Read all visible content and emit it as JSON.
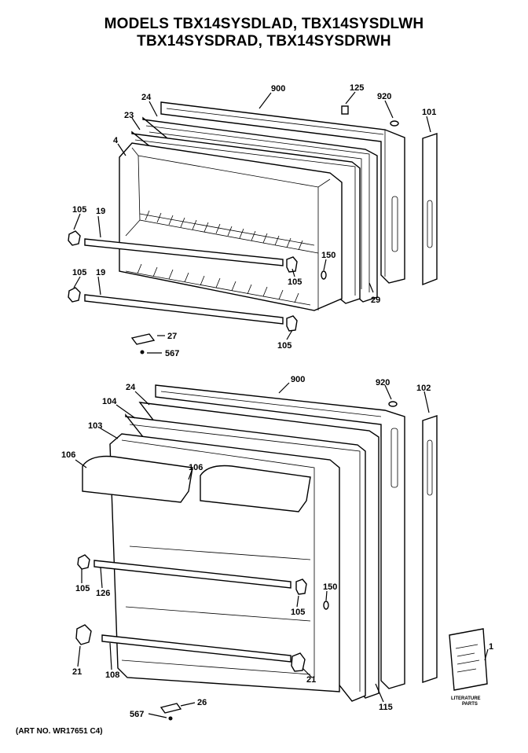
{
  "title": {
    "line1": "MODELS TBX14SYSDLAD, TBX14SYSDLWH",
    "line2": "TBX14SYSDRAD, TBX14SYSDRWH"
  },
  "art_no": "(ART NO. WR17651 C4)",
  "literature": {
    "line1": "LITERATURE",
    "line2": "PARTS"
  },
  "labels": {
    "top": {
      "l900": "900",
      "l125": "125",
      "l920": "920",
      "l101": "101",
      "l24": "24",
      "l23": "23",
      "l4": "4",
      "l105a": "105",
      "l19a": "19",
      "l105b": "105",
      "l19b": "19",
      "l150": "150",
      "l105c": "105",
      "l29": "29",
      "l27": "27",
      "l567": "567",
      "l105d": "105"
    },
    "bottom": {
      "l900": "900",
      "l920": "920",
      "l102": "102",
      "l24": "24",
      "l104": "104",
      "l103": "103",
      "l106a": "106",
      "l106b": "106",
      "l105a": "105",
      "l126": "126",
      "l150": "150",
      "l105b": "105",
      "l21a": "21",
      "l108": "108",
      "l21b": "21",
      "l567": "567",
      "l26": "26",
      "l115": "115",
      "l1": "1"
    }
  }
}
